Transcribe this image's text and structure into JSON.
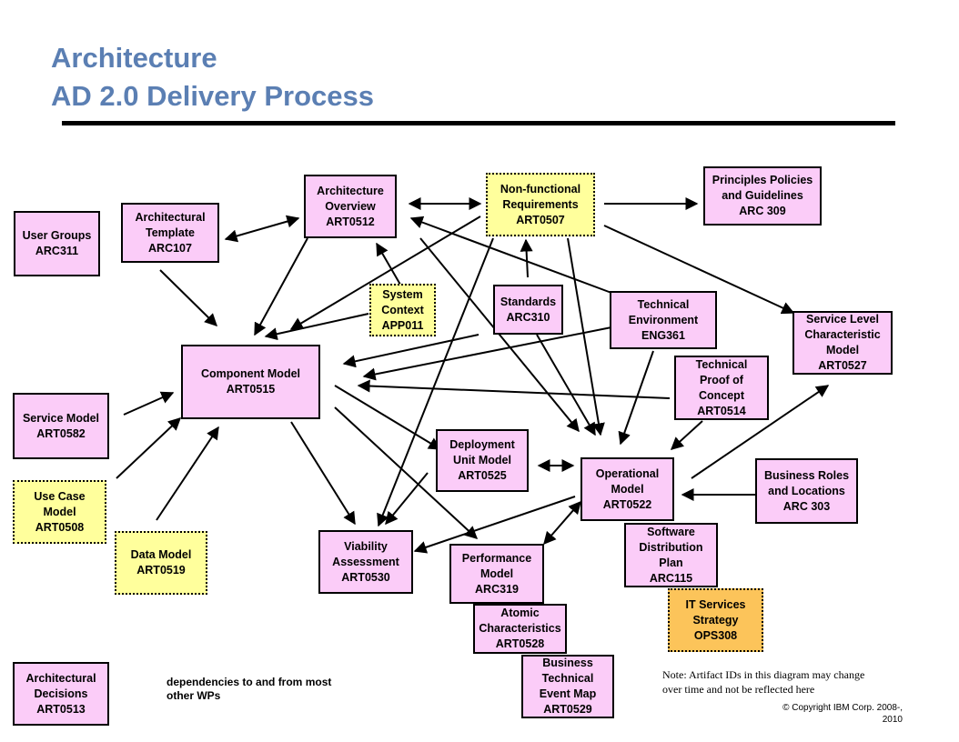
{
  "title": {
    "line1": "Architecture",
    "line2": "AD 2.0 Delivery Process"
  },
  "nodes": {
    "user_groups": "User Groups\nARC311",
    "arch_template": "Architectural\nTemplate\nARC107",
    "arch_overview": "Architecture\nOverview\nART0512",
    "nonfunctional": "Non-functional\nRequirements\nART0507",
    "principles": "Principles Policies\nand Guidelines\nARC 309",
    "system_context": "System\nContext\nAPP011",
    "standards": "Standards\nARC310",
    "tech_env": "Technical\nEnvironment\nENG361",
    "service_level": "Service Level\nCharacteristic\nModel\nART0527",
    "component_model": "Component Model\nART0515",
    "tech_proof": "Technical\nProof of\nConcept\nART0514",
    "service_model": "Service Model\nART0582",
    "deployment_unit": "Deployment\nUnit Model\nART0525",
    "operational": "Operational\nModel\nART0522",
    "business_roles": "Business Roles\nand Locations\nARC 303",
    "use_case": "Use Case\nModel\nART0508",
    "data_model": "Data Model\nART0519",
    "viability": "Viability\nAssessment\nART0530",
    "performance": "Performance\nModel\nARC319",
    "software_dist": "Software\nDistribution\nPlan\nARC115",
    "it_services": "IT Services\nStrategy\nOPS308",
    "atomic": "Atomic\nCharacteristics\nART0528",
    "business_tech_event": "Business\nTechnical\nEvent  Map\nART0529",
    "arch_decisions": "Architectural\nDecisions\nART0513"
  },
  "dependencies_text": "dependencies to and from most\nother WPs",
  "note": "Note: Artifact IDs in this diagram may change\nover time and not be reflected here",
  "copyright": "© Copyright IBM Corp. 2008-,\n2010",
  "colors": {
    "title": "#5b7fb3",
    "pink_box": "#fbccf8",
    "yellow_box": "#ffff9c",
    "orange_box": "#fcc45a"
  }
}
